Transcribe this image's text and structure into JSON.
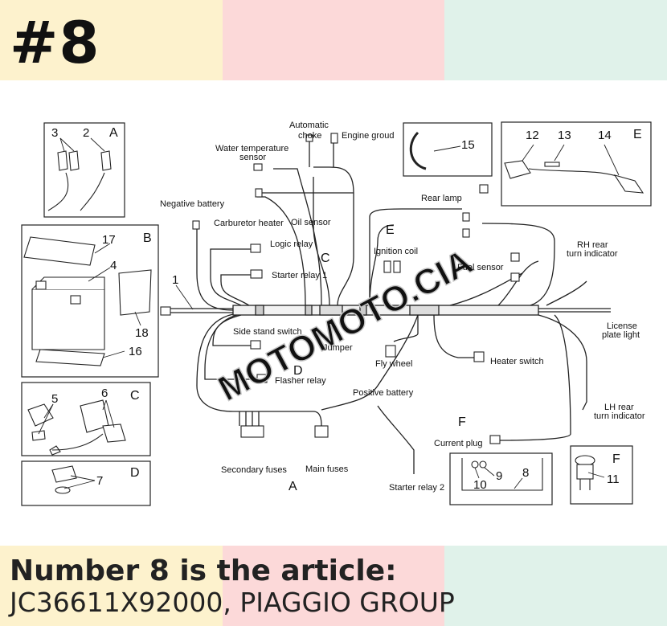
{
  "badge": "#8",
  "headline": "Number 8 is the article:",
  "subline": "JC36611X92000, PIAGGIO GROUP",
  "watermark": "MOTOMOTO.CIA",
  "labels": {
    "automatic_choke_1": "Automatic",
    "automatic_choke_2": "choke",
    "engine_groud": "Engine groud",
    "water_temp_1": "Water temperature",
    "water_temp_2": "sensor",
    "negative_battery": "Negative battery",
    "carburetor_heater": "Carburetor heater",
    "oil_sensor": "Oil sensor",
    "logic_relay": "Logic relay",
    "starter_relay_1": "Starter relay 1",
    "side_stand_switch": "Side stand switch",
    "jumper": "Jumper",
    "flasher_relay": "Flasher relay",
    "positive_battery": "Positive battery",
    "secondary_fuses": "Secondary fuses",
    "main_fuses": "Main fuses",
    "starter_relay_2": "Starter relay 2",
    "rear_lamp": "Rear lamp",
    "ignition_coil": "Ignition coil",
    "fuel_sensor": "Fuel sensor",
    "rh_rear_1": "RH rear",
    "rh_rear_2": "turn indicator",
    "license_1": "License",
    "license_2": "plate light",
    "fly_wheel": "Fly wheel",
    "heater_switch": "Heater switch",
    "lh_rear_1": "LH rear",
    "lh_rear_2": "turn indicator",
    "current_plug": "Current plug"
  },
  "letters": {
    "a_top": "A",
    "b": "B",
    "c_box": "C",
    "d_box": "D",
    "e_box": "E",
    "c_main": "C",
    "d_main": "D",
    "e_main": "E",
    "f_main": "F",
    "a_main": "A",
    "f_box": "F"
  },
  "numbers": {
    "n1": "1",
    "n2": "2",
    "n3": "3",
    "n4": "4",
    "n5": "5",
    "n6": "6",
    "n7": "7",
    "n8": "8",
    "n9": "9",
    "n10": "10",
    "n11": "11",
    "n12": "12",
    "n13": "13",
    "n14": "14",
    "n15": "15",
    "n16": "16",
    "n17": "17",
    "n18": "18"
  },
  "colors": {
    "band_yellow": "#fdf2cd",
    "band_pink": "#fcd9d9",
    "band_green": "#e0f2ea",
    "line": "#222222"
  }
}
